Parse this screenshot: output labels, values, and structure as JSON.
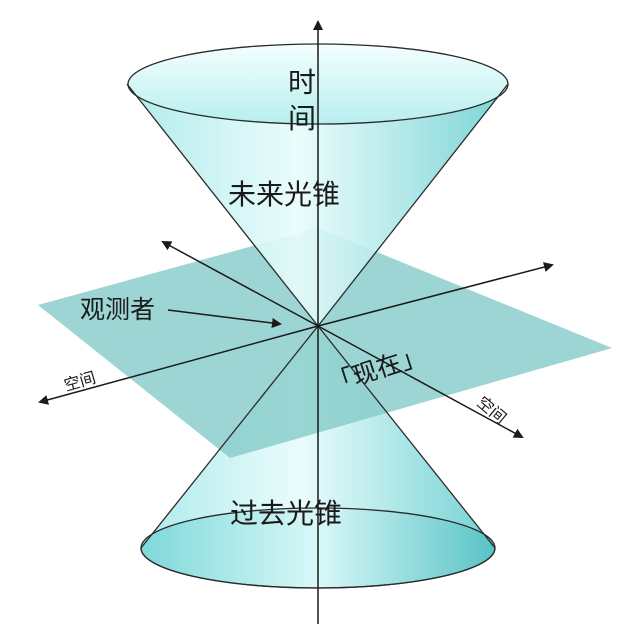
{
  "labels": {
    "time_axis": [
      "时",
      "间"
    ],
    "future_cone": "未来光锥",
    "past_cone": "过去光锥",
    "observer": "观测者",
    "space_left": "空间",
    "space_right": "空间",
    "present": "「现在」"
  },
  "colors": {
    "cone_light": "#e8fbfb",
    "cone_mid": "#8fe0e0",
    "cone_dark": "#5fc9cb",
    "plane": "#86ccc9",
    "ink": "#1a1a1a"
  }
}
